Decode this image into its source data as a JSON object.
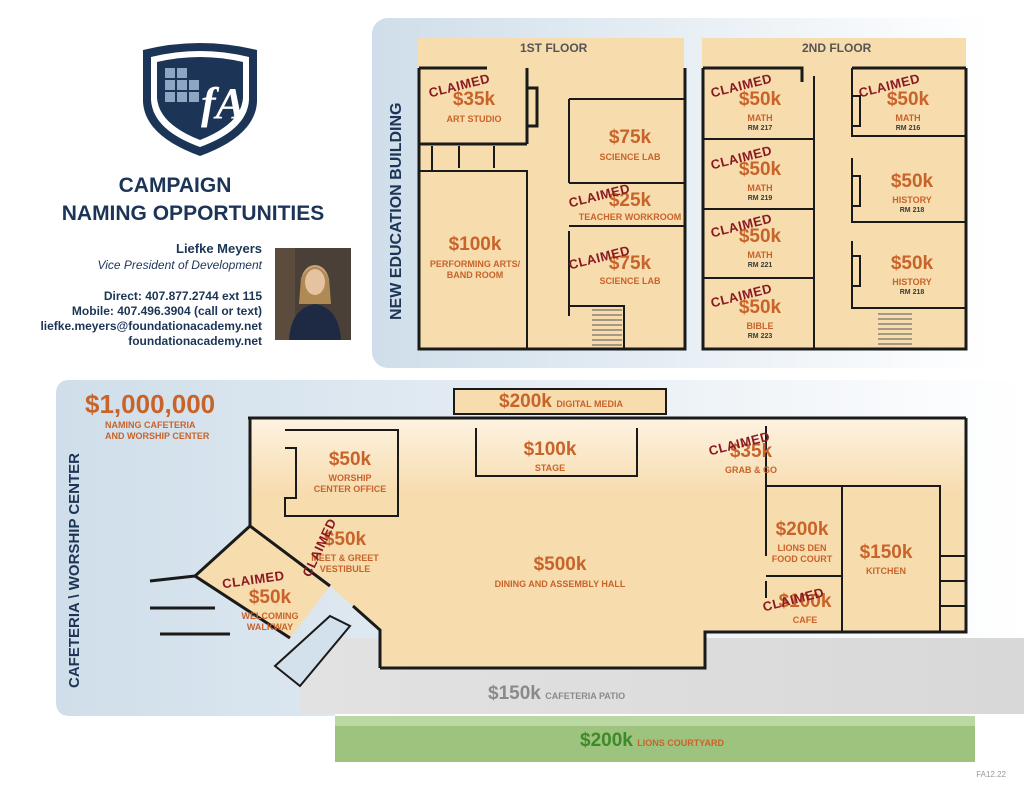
{
  "header": {
    "title_line1": "CAMPAIGN",
    "title_line2": "NAMING OPPORTUNITIES"
  },
  "contact": {
    "name": "Liefke Meyers",
    "role": "Vice President of Development",
    "direct": "Direct: 407.877.2744  ext 115",
    "mobile": "Mobile:  407.496.3904 (call or text)",
    "email": "liefke.meyers@foundationacademy.net",
    "website": "foundationacademy.net"
  },
  "logo": {
    "icon": "shield-logo",
    "text": "fA"
  },
  "education_building": {
    "label": "NEW EDUCATION BUILDING",
    "floor1_title": "1ST FLOOR",
    "floor2_title": "2ND FLOOR",
    "floor1_rooms": [
      {
        "price": "$35k",
        "name": "ART STUDIO",
        "claimed": "CLAIMED"
      },
      {
        "price": "$75k",
        "name": "SCIENCE LAB"
      },
      {
        "price": "$25k",
        "name": "TEACHER WORKROOM",
        "claimed": "CLAIMED"
      },
      {
        "price": "$100k",
        "name": "PERFORMING ARTS/",
        "name2": "BAND ROOM"
      },
      {
        "price": "$75k",
        "name": "SCIENCE LAB",
        "claimed": "CLAIMED"
      }
    ],
    "floor2_rooms": [
      {
        "price": "$50k",
        "name": "MATH",
        "room": "RM 217",
        "claimed": "CLAIMED"
      },
      {
        "price": "$50k",
        "name": "MATH",
        "room": "RM 216",
        "claimed": "CLAIMED"
      },
      {
        "price": "$50k",
        "name": "MATH",
        "room": "RM 219",
        "claimed": "CLAIMED"
      },
      {
        "price": "$50k",
        "name": "HISTORY",
        "room": "RM 218"
      },
      {
        "price": "$50k",
        "name": "MATH",
        "room": "RM 221",
        "claimed": "CLAIMED"
      },
      {
        "price": "$50k",
        "name": "HISTORY",
        "room": "RM 218"
      },
      {
        "price": "$50k",
        "name": "BIBLE",
        "room": "RM 223",
        "claimed": "CLAIMED"
      }
    ]
  },
  "cafeteria": {
    "label": "CAFETERIA \\ WORSHIP CENTER",
    "naming_price": "$1,000,000",
    "naming_line1": "NAMING CAFETERIA",
    "naming_line2": "AND WORSHIP CENTER",
    "digital_media": {
      "price": "$200k",
      "name": "DIGITAL MEDIA"
    },
    "stage": {
      "price": "$100k",
      "name": "STAGE"
    },
    "worship_office": {
      "price": "$50k",
      "name": "WORSHIP",
      "name2": "CENTER OFFICE"
    },
    "meet_greet": {
      "price": "$50k",
      "name": "MEET & GREET",
      "name2": "VESTIBULE",
      "claimed": "CLAIMED"
    },
    "dining": {
      "price": "$500k",
      "name": "DINING AND ASSEMBLY HALL"
    },
    "welcoming": {
      "price": "$50k",
      "name": "WELCOMING",
      "name2": "WALKWAY",
      "claimed": "CLAIMED"
    },
    "grab_go": {
      "price": "$35k",
      "name": "GRAB & GO",
      "claimed": "CLAIMED"
    },
    "lions_den": {
      "price": "$200k",
      "name": "LIONS DEN",
      "name2": "FOOD COURT"
    },
    "kitchen": {
      "price": "$150k",
      "name": "KITCHEN"
    },
    "cafe": {
      "price": "$100k",
      "name": "CAFE",
      "claimed": "CLAIMED"
    },
    "patio": {
      "price": "$150k",
      "name": "CAFETERIA PATIO"
    },
    "courtyard": {
      "price": "$200k",
      "name": "LIONS COURTYARD"
    }
  },
  "footer": {
    "code": "FA12.22"
  },
  "colors": {
    "navy": "#1c3557",
    "orange": "#c8632a",
    "claimed": "#8a1a22",
    "tan": "#f7dcae",
    "blue_panel": "#d3e1ec",
    "green": "#3e8a2a"
  }
}
